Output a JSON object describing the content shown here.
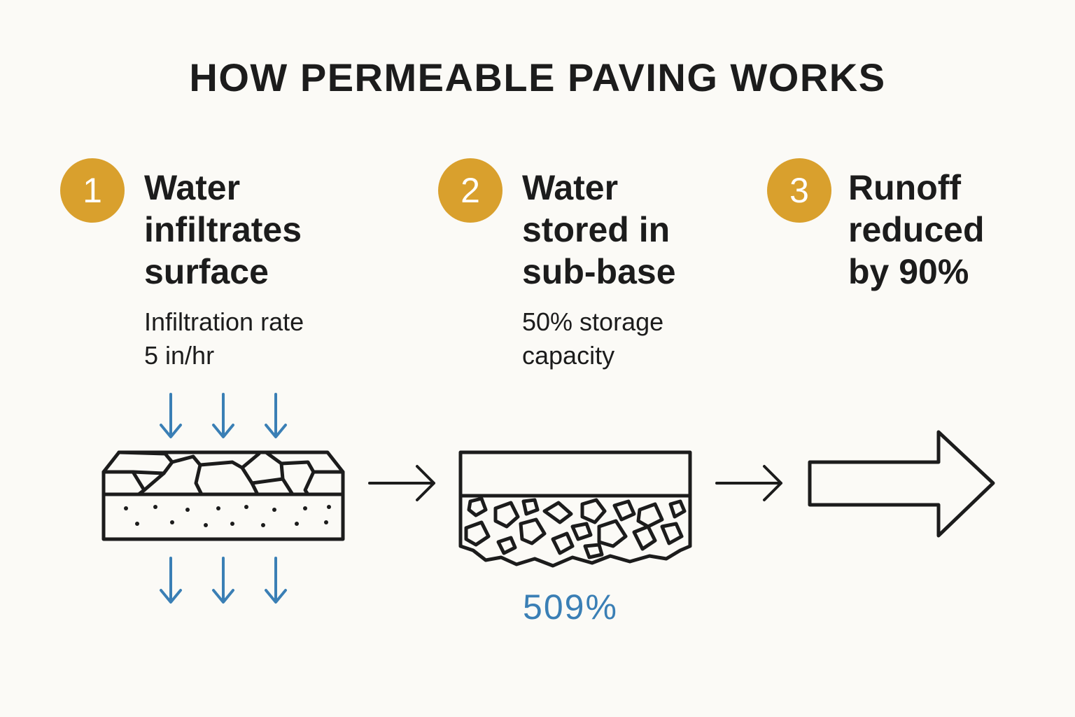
{
  "title": "HOW PERMEABLE PAVING WORKS",
  "accent_color": "#d9a02d",
  "water_color": "#3a7fb5",
  "steps": [
    {
      "number": "1",
      "title_lines": [
        "Water",
        "infiltrates",
        "surface"
      ],
      "desc_lines": [
        "Infiltration rate",
        "5 in/hr"
      ],
      "icon": "permeable-pavers-icon"
    },
    {
      "number": "2",
      "title_lines": [
        "Water",
        "stored in",
        "sub-base"
      ],
      "desc_lines": [
        "50% storage",
        "capacity"
      ],
      "icon": "gravel-subbase-icon",
      "value_label": "509%"
    },
    {
      "number": "3",
      "title_lines": [
        "Runoff",
        "reduced",
        "by 90%"
      ],
      "desc_lines": [],
      "icon": "large-arrow-icon"
    }
  ]
}
